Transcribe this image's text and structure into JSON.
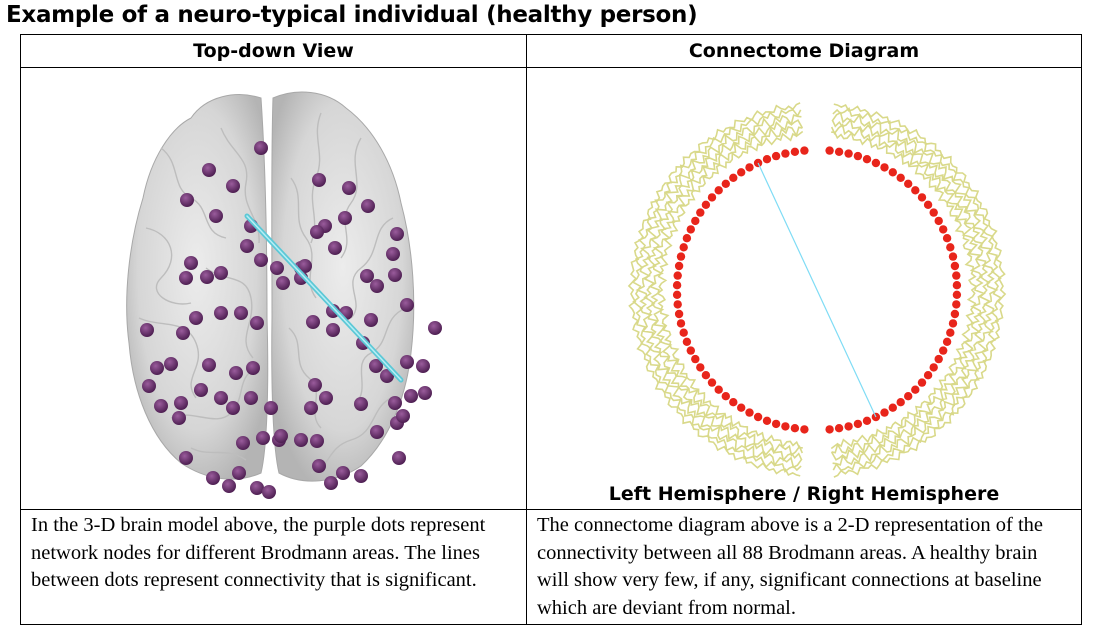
{
  "title": "Example of a neuro-typical individual (healthy person)",
  "columns": {
    "left_header": "Top-down View",
    "right_header": "Connectome Diagram"
  },
  "connectome": {
    "caption": "Left Hemisphere / Right Hemisphere",
    "node_count": 88,
    "node_color": "#e8251b",
    "ring_color": "#d9d98a",
    "connection_color": "#7fdcf5"
  },
  "brain": {
    "node_color": "#6b2f6e",
    "connection_color": "#5cc8d6",
    "surface_color": "#d8d8d8"
  },
  "descriptions": {
    "left": "In the 3-D brain model above, the purple dots represent network nodes for different Brodmann areas. The lines between dots represent connectivity that is significant.",
    "right": "The connectome diagram above is a 2-D representation of the connectivity between all 88 Brodmann areas. A healthy brain will show very few, if any, significant connections at baseline which are deviant from normal."
  }
}
